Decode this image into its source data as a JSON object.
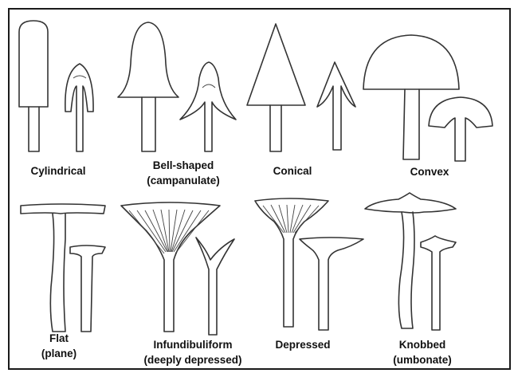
{
  "title": "",
  "shapes": [
    {
      "id": "cylindrical",
      "label": "Cylindrical",
      "sublabel": ""
    },
    {
      "id": "bell",
      "label": "Bell-shaped",
      "sublabel": "(campanulate)"
    },
    {
      "id": "conical",
      "label": "Conical",
      "sublabel": ""
    },
    {
      "id": "convex",
      "label": "Convex",
      "sublabel": ""
    },
    {
      "id": "flat",
      "label": "Flat",
      "sublabel": "(plane)"
    },
    {
      "id": "infundibuliform",
      "label": "Infundibuliform",
      "sublabel": "(deeply depressed)"
    },
    {
      "id": "depressed",
      "label": "Depressed",
      "sublabel": ""
    },
    {
      "id": "knobbed",
      "label": "Knobbed",
      "sublabel": "(umbonate)"
    }
  ]
}
